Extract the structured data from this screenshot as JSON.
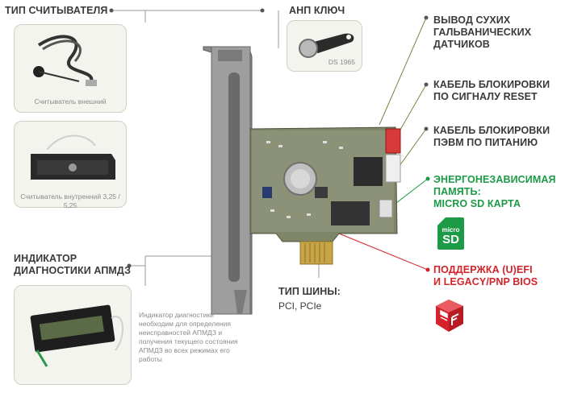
{
  "reader": {
    "title": "ТИП СЧИТЫВАТЕЛЯ",
    "external_caption": "Считыватель внешний",
    "internal_caption": "Считыватель внутренний 3,25 / 5,25"
  },
  "key": {
    "title": "АНП КЛЮЧ",
    "model": "DS 1965"
  },
  "indicator": {
    "title_lines": [
      "ИНДИКАТОР",
      "ДИАГНОСТИКИ АПМДЗ"
    ],
    "description": "Индикатор диагностики необходим для определения неисправностей АПМДЗ и получения текущего состояния АПМДЗ во всех режимах его работы"
  },
  "bus": {
    "title": "ТИП ШИНЫ:",
    "value": "PCI, PCIe"
  },
  "right": {
    "dry_contacts": [
      "ВЫВОД СУХИХ",
      "ГАЛЬВАНИЧЕСКИХ",
      "ДАТЧИКОВ"
    ],
    "reset_cable": [
      "КАБЕЛЬ БЛОКИРОВКИ",
      "ПО СИГНАЛУ RESET"
    ],
    "power_cable": [
      "КАБЕЛЬ БЛОКИРОВКИ",
      "ПЭВМ ПО ПИТАНИЮ"
    ],
    "memory": [
      "ЭНЕРГОНЕЗАВИСИМАЯ",
      "ПАМЯТЬ:",
      "MICRO SD КАРТА"
    ],
    "bios": [
      "ПОДДЕРЖКА (U)EFI",
      "И LEGACY/PnP BIOS"
    ]
  },
  "sd_logo": {
    "line1": "micro",
    "line2": "SD"
  },
  "colors": {
    "green": "#1c9a46",
    "red": "#d5232b",
    "grey_line": "#9a9a9a"
  }
}
